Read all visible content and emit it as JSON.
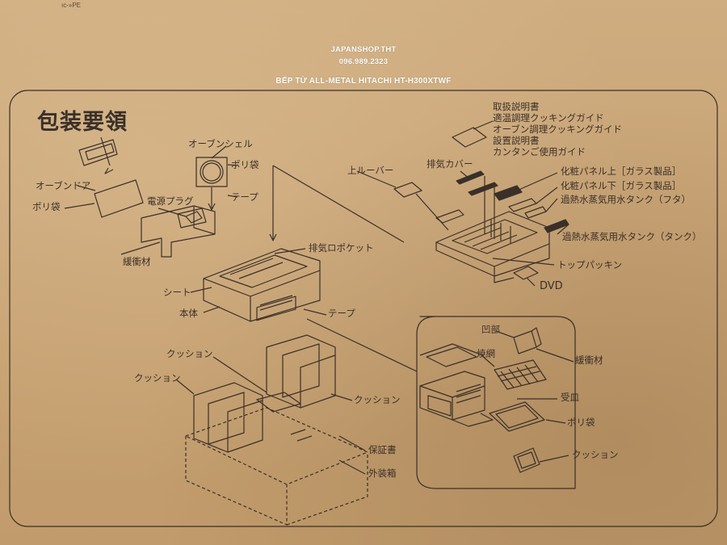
{
  "watermark": {
    "shop": "JAPANSHOP.THT",
    "phone": "096.989.2323",
    "product": "BẾP TỪ ALL-METAL HITACHI HT-H300XTWF"
  },
  "edge_text": "ıc-»PE",
  "title": "包装要領",
  "labels": {
    "oven_door": "オーブンドア",
    "poly_bag_left": "ポリ袋",
    "power_plug": "電源プラグ",
    "cushion_material_left": "緩衝材",
    "oven_shell": "オーブンシェル",
    "poly_bag_shell": "ポリ袋",
    "tape_shell": "テープ",
    "exhaust_pocket": "排気ロポケット",
    "sheet": "シート",
    "main_body": "本体",
    "tape_body": "テープ",
    "upper_louver": "上ルーバー",
    "exhaust_cover": "排気カバー",
    "manual_1": "取扱説明書",
    "manual_2": "適温調理クッキングガイド",
    "manual_3": "オーブン調理クッキングガイド",
    "manual_4": "設置説明書",
    "manual_5": "カンタンご使用ガイド",
    "panel_upper": "化粧パネル上［ガラス製品］",
    "panel_lower": "化粧パネル下［ガラス製品］",
    "tank_lid": "過熱水蒸気用水タンク（フタ）",
    "tank": "過熱水蒸気用水タンク（タンク）",
    "top_packing": "トップパッキン",
    "dvd": "DVD",
    "recess": "凹部",
    "grill_net": "焼網",
    "cushion_material_right": "緩衝材",
    "tray": "受皿",
    "poly_bag_right": "ポリ袋",
    "cushion_right": "クッション",
    "cushion_top": "クッション",
    "cushion_left": "クッション",
    "cushion_mid": "クッション",
    "warranty": "保証書",
    "outer_box": "外装箱"
  },
  "colors": {
    "cardboard": "#c9a577",
    "ink": "#3a3029",
    "watermark": "#ffffff"
  }
}
